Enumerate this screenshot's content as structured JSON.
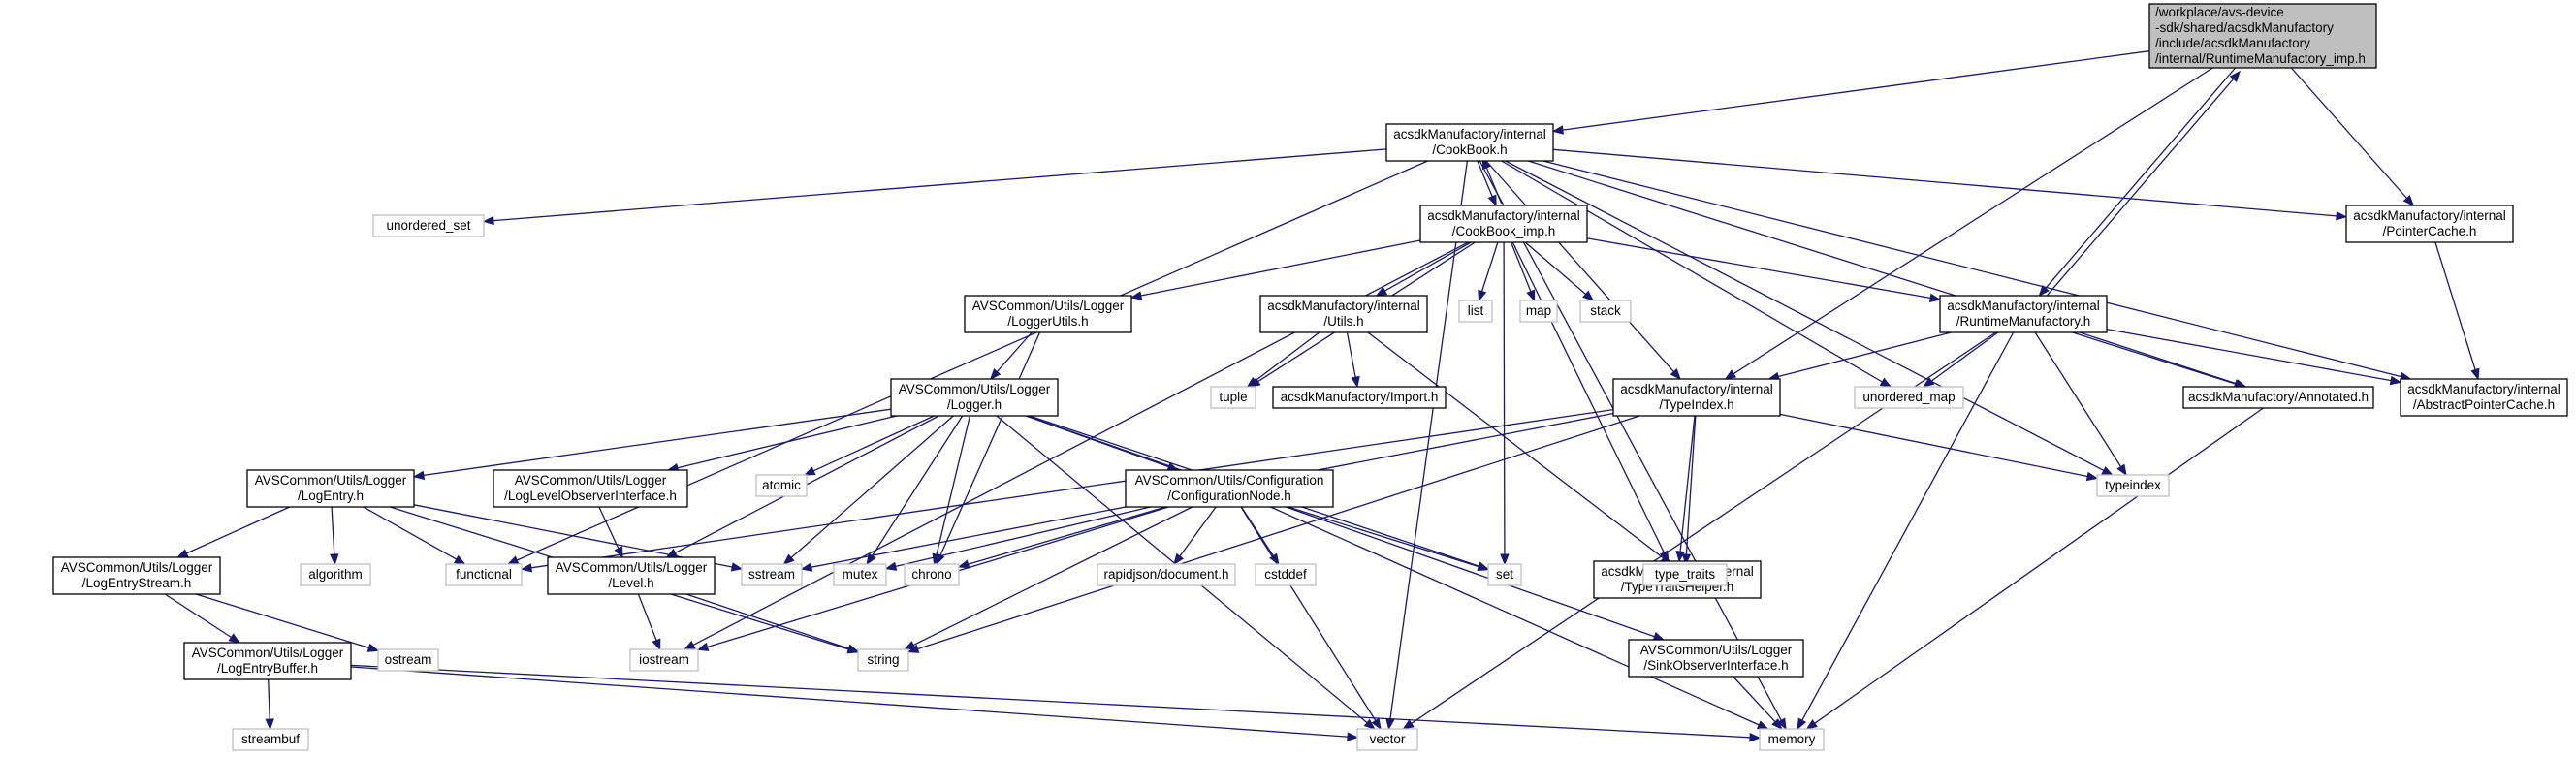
{
  "colors": {
    "edge": "#191970",
    "local_border": "#000000",
    "system_border": "#bfbfbf",
    "root_fill": "#bfbfbf"
  },
  "nodes": [
    {
      "id": "root",
      "kind": "root",
      "lines": [
        "/workplace/avs-device",
        "-sdk/shared/acsdkManufactory",
        "/include/acsdkManufactory",
        "/internal/RuntimeManufactory_imp.h"
      ]
    },
    {
      "id": "cookbook",
      "kind": "local",
      "lines": [
        "acsdkManufactory/internal",
        "/CookBook.h"
      ]
    },
    {
      "id": "pointercache",
      "kind": "local",
      "lines": [
        "acsdkManufactory/internal",
        "/PointerCache.h"
      ]
    },
    {
      "id": "cookbook_imp",
      "kind": "local",
      "lines": [
        "acsdkManufactory/internal",
        "/CookBook_imp.h"
      ]
    },
    {
      "id": "unordered_set",
      "kind": "system",
      "lines": [
        "unordered_set"
      ]
    },
    {
      "id": "loggerutils",
      "kind": "local",
      "lines": [
        "AVSCommon/Utils/Logger",
        "/LoggerUtils.h"
      ]
    },
    {
      "id": "utils",
      "kind": "local",
      "lines": [
        "acsdkManufactory/internal",
        "/Utils.h"
      ]
    },
    {
      "id": "list",
      "kind": "system",
      "lines": [
        "list"
      ]
    },
    {
      "id": "map",
      "kind": "system",
      "lines": [
        "map"
      ]
    },
    {
      "id": "stack",
      "kind": "system",
      "lines": [
        "stack"
      ]
    },
    {
      "id": "runtimemanufactory",
      "kind": "local",
      "lines": [
        "acsdkManufactory/internal",
        "/RuntimeManufactory.h"
      ]
    },
    {
      "id": "tuple",
      "kind": "system",
      "lines": [
        "tuple"
      ]
    },
    {
      "id": "import",
      "kind": "local",
      "lines": [
        "acsdkManufactory/Import.h"
      ]
    },
    {
      "id": "unordered_map",
      "kind": "system",
      "lines": [
        "unordered_map"
      ]
    },
    {
      "id": "annotated",
      "kind": "local",
      "lines": [
        "acsdkManufactory/Annotated.h"
      ]
    },
    {
      "id": "abstractpointercache",
      "kind": "local",
      "lines": [
        "acsdkManufactory/internal",
        "/AbstractPointerCache.h"
      ]
    },
    {
      "id": "logger",
      "kind": "local",
      "lines": [
        "AVSCommon/Utils/Logger",
        "/Logger.h"
      ]
    },
    {
      "id": "typeindex_h",
      "kind": "local",
      "lines": [
        "acsdkManufactory/internal",
        "/TypeIndex.h"
      ]
    },
    {
      "id": "typeindex",
      "kind": "system",
      "lines": [
        "typeindex"
      ]
    },
    {
      "id": "logentry",
      "kind": "local",
      "lines": [
        "AVSCommon/Utils/Logger",
        "/LogEntry.h"
      ]
    },
    {
      "id": "loglevelobserver",
      "kind": "local",
      "lines": [
        "AVSCommon/Utils/Logger",
        "/LogLevelObserverInterface.h"
      ]
    },
    {
      "id": "atomic",
      "kind": "system",
      "lines": [
        "atomic"
      ]
    },
    {
      "id": "configurationnode",
      "kind": "local",
      "lines": [
        "AVSCommon/Utils/Configuration",
        "/ConfigurationNode.h"
      ]
    },
    {
      "id": "typetraitshelper",
      "kind": "local",
      "lines": [
        "acsdkManufactory/internal",
        "/TypeTraitsHelper.h"
      ]
    },
    {
      "id": "algorithm",
      "kind": "system",
      "lines": [
        "algorithm"
      ]
    },
    {
      "id": "functional",
      "kind": "system",
      "lines": [
        "functional"
      ]
    },
    {
      "id": "sstream",
      "kind": "system",
      "lines": [
        "sstream"
      ]
    },
    {
      "id": "mutex",
      "kind": "system",
      "lines": [
        "mutex"
      ]
    },
    {
      "id": "chrono",
      "kind": "system",
      "lines": [
        "chrono"
      ]
    },
    {
      "id": "rapidjson",
      "kind": "system",
      "lines": [
        "rapidjson/document.h"
      ]
    },
    {
      "id": "cstddef",
      "kind": "system",
      "lines": [
        "cstddef"
      ]
    },
    {
      "id": "set",
      "kind": "system",
      "lines": [
        "set"
      ]
    },
    {
      "id": "type_traits",
      "kind": "system",
      "lines": [
        "type_traits"
      ]
    },
    {
      "id": "logentrystream",
      "kind": "local",
      "lines": [
        "AVSCommon/Utils/Logger",
        "/LogEntryStream.h"
      ]
    },
    {
      "id": "level",
      "kind": "local",
      "lines": [
        "AVSCommon/Utils/Logger",
        "/Level.h"
      ]
    },
    {
      "id": "ostream",
      "kind": "system",
      "lines": [
        "ostream"
      ]
    },
    {
      "id": "iostream",
      "kind": "system",
      "lines": [
        "iostream"
      ]
    },
    {
      "id": "string",
      "kind": "system",
      "lines": [
        "string"
      ]
    },
    {
      "id": "sinkobserver",
      "kind": "local",
      "lines": [
        "AVSCommon/Utils/Logger",
        "/SinkObserverInterface.h"
      ]
    },
    {
      "id": "logentrybuffer",
      "kind": "local",
      "lines": [
        "AVSCommon/Utils/Logger",
        "/LogEntryBuffer.h"
      ]
    },
    {
      "id": "streambuf",
      "kind": "system",
      "lines": [
        "streambuf"
      ]
    },
    {
      "id": "vector",
      "kind": "system",
      "lines": [
        "vector"
      ]
    },
    {
      "id": "memory",
      "kind": "system",
      "lines": [
        "memory"
      ]
    }
  ],
  "edges": [
    [
      "root",
      "cookbook"
    ],
    [
      "root",
      "pointercache"
    ],
    [
      "root",
      "typeindex_h"
    ],
    [
      "root",
      "runtimemanufactory"
    ],
    [
      "cookbook",
      "cookbook_imp"
    ],
    [
      "cookbook",
      "unordered_set"
    ],
    [
      "cookbook",
      "functional"
    ],
    [
      "cookbook",
      "vector"
    ],
    [
      "cookbook",
      "memory"
    ],
    [
      "cookbook",
      "unordered_map"
    ],
    [
      "cookbook",
      "typeindex"
    ],
    [
      "cookbook",
      "annotated"
    ],
    [
      "cookbook",
      "abstractpointercache"
    ],
    [
      "cookbook",
      "pointercache"
    ],
    [
      "cookbook",
      "typeindex_h"
    ],
    [
      "cookbook_imp",
      "cookbook"
    ],
    [
      "cookbook_imp",
      "loggerutils"
    ],
    [
      "cookbook_imp",
      "utils"
    ],
    [
      "cookbook_imp",
      "list"
    ],
    [
      "cookbook_imp",
      "map"
    ],
    [
      "cookbook_imp",
      "stack"
    ],
    [
      "cookbook_imp",
      "runtimemanufactory"
    ],
    [
      "cookbook_imp",
      "tuple"
    ],
    [
      "cookbook_imp",
      "iostream"
    ],
    [
      "cookbook_imp",
      "set"
    ],
    [
      "cookbook_imp",
      "typetraitshelper"
    ],
    [
      "loggerutils",
      "logger"
    ],
    [
      "loggerutils",
      "chrono"
    ],
    [
      "utils",
      "tuple"
    ],
    [
      "utils",
      "import"
    ],
    [
      "utils",
      "type_traits"
    ],
    [
      "runtimemanufactory",
      "root"
    ],
    [
      "runtimemanufactory",
      "typeindex_h"
    ],
    [
      "runtimemanufactory",
      "unordered_map"
    ],
    [
      "runtimemanufactory",
      "annotated"
    ],
    [
      "runtimemanufactory",
      "abstractpointercache"
    ],
    [
      "runtimemanufactory",
      "typeindex"
    ],
    [
      "runtimemanufactory",
      "vector"
    ],
    [
      "runtimemanufactory",
      "memory"
    ],
    [
      "pointercache",
      "abstractpointercache"
    ],
    [
      "annotated",
      "memory"
    ],
    [
      "logger",
      "logentry"
    ],
    [
      "logger",
      "loglevelobserver"
    ],
    [
      "logger",
      "atomic"
    ],
    [
      "logger",
      "configurationnode"
    ],
    [
      "logger",
      "sstream"
    ],
    [
      "logger",
      "mutex"
    ],
    [
      "logger",
      "chrono"
    ],
    [
      "logger",
      "level"
    ],
    [
      "logger",
      "sinkobserver"
    ],
    [
      "logger",
      "vector"
    ],
    [
      "logger",
      "set"
    ],
    [
      "typeindex_h",
      "typeindex"
    ],
    [
      "typeindex_h",
      "typetraitshelper"
    ],
    [
      "typeindex_h",
      "type_traits"
    ],
    [
      "typeindex_h",
      "functional"
    ],
    [
      "typeindex_h",
      "sstream"
    ],
    [
      "typeindex_h",
      "string"
    ],
    [
      "typetraitshelper",
      "type_traits"
    ],
    [
      "logentry",
      "logentrystream"
    ],
    [
      "logentry",
      "algorithm"
    ],
    [
      "logentry",
      "functional"
    ],
    [
      "logentry",
      "sstream"
    ],
    [
      "logentry",
      "string"
    ],
    [
      "loglevelobserver",
      "level"
    ],
    [
      "configurationnode",
      "mutex"
    ],
    [
      "configurationnode",
      "chrono"
    ],
    [
      "configurationnode",
      "rapidjson"
    ],
    [
      "configurationnode",
      "cstddef"
    ],
    [
      "configurationnode",
      "set"
    ],
    [
      "configurationnode",
      "string"
    ],
    [
      "configurationnode",
      "iostream"
    ],
    [
      "configurationnode",
      "vector"
    ],
    [
      "configurationnode",
      "memory"
    ],
    [
      "logentrystream",
      "logentrybuffer"
    ],
    [
      "logentrystream",
      "ostream"
    ],
    [
      "level",
      "iostream"
    ],
    [
      "level",
      "string"
    ],
    [
      "sinkobserver",
      "memory"
    ],
    [
      "logentrybuffer",
      "streambuf"
    ],
    [
      "logentrybuffer",
      "vector"
    ],
    [
      "logentrybuffer",
      "memory"
    ]
  ]
}
